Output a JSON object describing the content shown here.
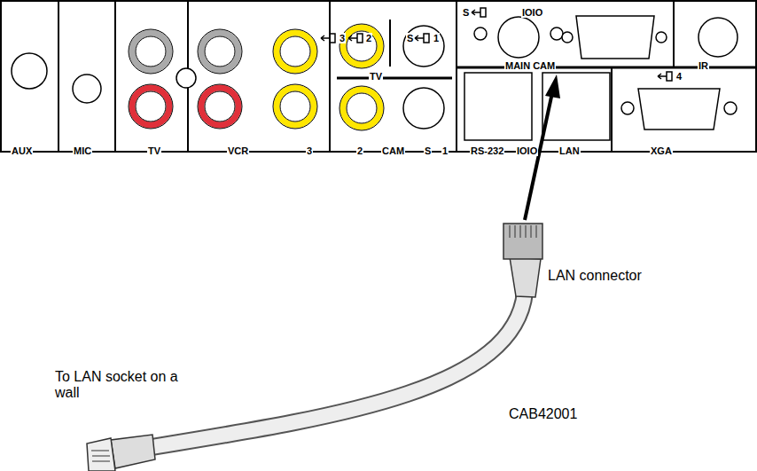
{
  "diagram": {
    "labels": [
      "AUX",
      "MIC",
      "TV",
      "VCR",
      "3",
      "2",
      "CAM",
      "S",
      "1",
      "3",
      "2",
      "S",
      "1",
      "TV",
      "S",
      "IOIO",
      "MAIN CAM",
      "IR",
      "4",
      "RS-232",
      "IOIO",
      "LAN",
      "XGA",
      "LAN connector",
      "To LAN socket on a wall",
      "CAB42001"
    ]
  }
}
